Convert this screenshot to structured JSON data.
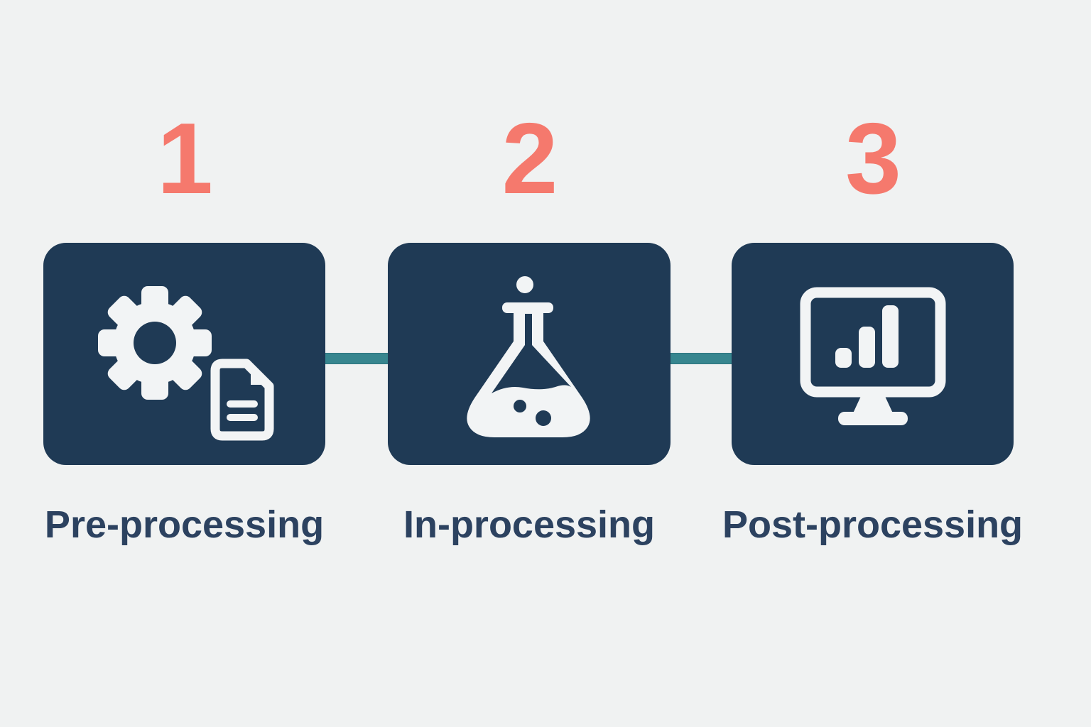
{
  "diagram": {
    "type": "process-flow",
    "steps": [
      {
        "number": "1",
        "label": "Pre-processing",
        "icon": "gear-document-icon"
      },
      {
        "number": "2",
        "label": "In-processing",
        "icon": "flask-icon"
      },
      {
        "number": "3",
        "label": "Post-processing",
        "icon": "monitor-bar-chart-icon"
      }
    ],
    "colors": {
      "background": "#f0f2f2",
      "box_navy": "#1f3a55",
      "icon_white": "#f2f4f5",
      "number_coral": "#f5796d",
      "connector_teal": "#37868f",
      "label_navy": "#2c4260"
    }
  }
}
